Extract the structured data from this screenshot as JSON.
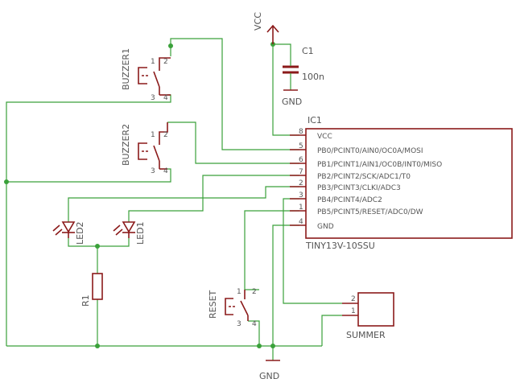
{
  "power": {
    "vcc_label": "VCC",
    "gnd_top_label": "GND",
    "gnd_bottom_label": "GND"
  },
  "capacitor": {
    "name": "C1",
    "value": "100n"
  },
  "ic": {
    "name": "IC1",
    "part": "TINY13V-10SSU",
    "pins": [
      {
        "num": "8",
        "name": "VCC"
      },
      {
        "num": "5",
        "name": "PB0/PCINT0/AIN0/OC0A/MOSI"
      },
      {
        "num": "6",
        "name": "PB1/PCINT1/AIN1/OC0B/INT0/MISO"
      },
      {
        "num": "7",
        "name": "PB2/PCINT2/SCK/ADC1/T0"
      },
      {
        "num": "2",
        "name": "PB3/PCINT3/CLKI/ADC3"
      },
      {
        "num": "3",
        "name": "PB4/PCINT4/ADC2"
      },
      {
        "num": "1",
        "name": "PB5/PCINT5/RESET/ADC0/DW"
      },
      {
        "num": "4",
        "name": "GND"
      }
    ]
  },
  "buzzer1": {
    "name": "BUZZER1",
    "pins": [
      "1",
      "2",
      "3",
      "4"
    ]
  },
  "buzzer2": {
    "name": "BUZZER2",
    "pins": [
      "1",
      "2",
      "3",
      "4"
    ]
  },
  "reset": {
    "name": "RESET",
    "pins": [
      "1",
      "2",
      "3",
      "4"
    ]
  },
  "leds": [
    {
      "name": "LED2"
    },
    {
      "name": "LED1"
    }
  ],
  "resistor": {
    "name": "R1"
  },
  "summer": {
    "name": "SUMMER",
    "pins": [
      "2",
      "1"
    ]
  },
  "colors": {
    "wire": "#3aa13a",
    "symbol": "#8b1a1a",
    "text": "#555555"
  }
}
